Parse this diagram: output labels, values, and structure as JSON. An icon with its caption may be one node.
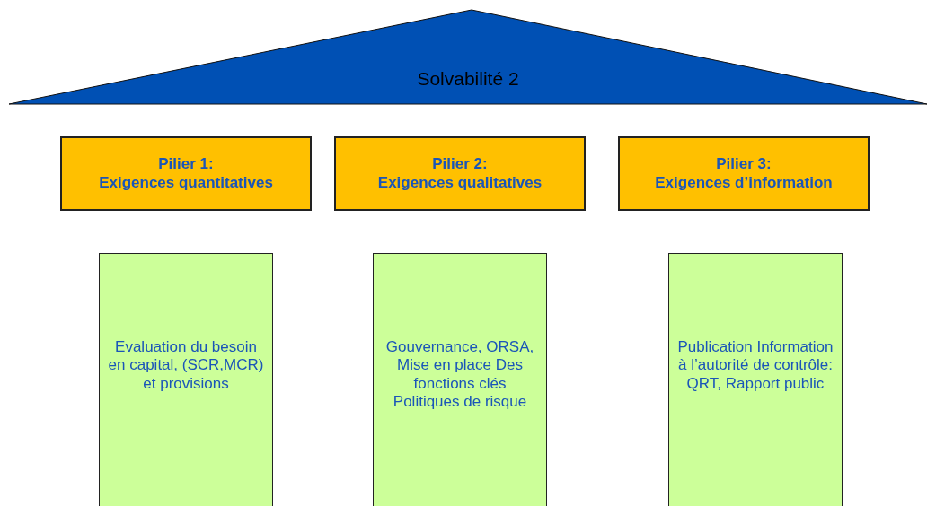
{
  "diagram": {
    "nodes": [
      {
        "text": [
          "Solvabilité 2"
        ]
      },
      {
        "text": [
          "Pilier 1:",
          "Exigences quantitatives"
        ]
      },
      {
        "text": [
          "Pilier 2:",
          "Exigences qualitatives"
        ]
      },
      {
        "text": [
          "Pilier 3:",
          "Exigences d’information"
        ]
      },
      {
        "text": [
          "Evaluation du besoin en capital, (SCR,MCR) et provisions"
        ]
      },
      {
        "text": [
          "Gouvernance, ORSA, Mise en place Des fonctions clés Politiques de risque"
        ]
      },
      {
        "text": [
          "Publication Information à l’autorité de contrôle: QRT, Rapport public"
        ]
      }
    ]
  }
}
